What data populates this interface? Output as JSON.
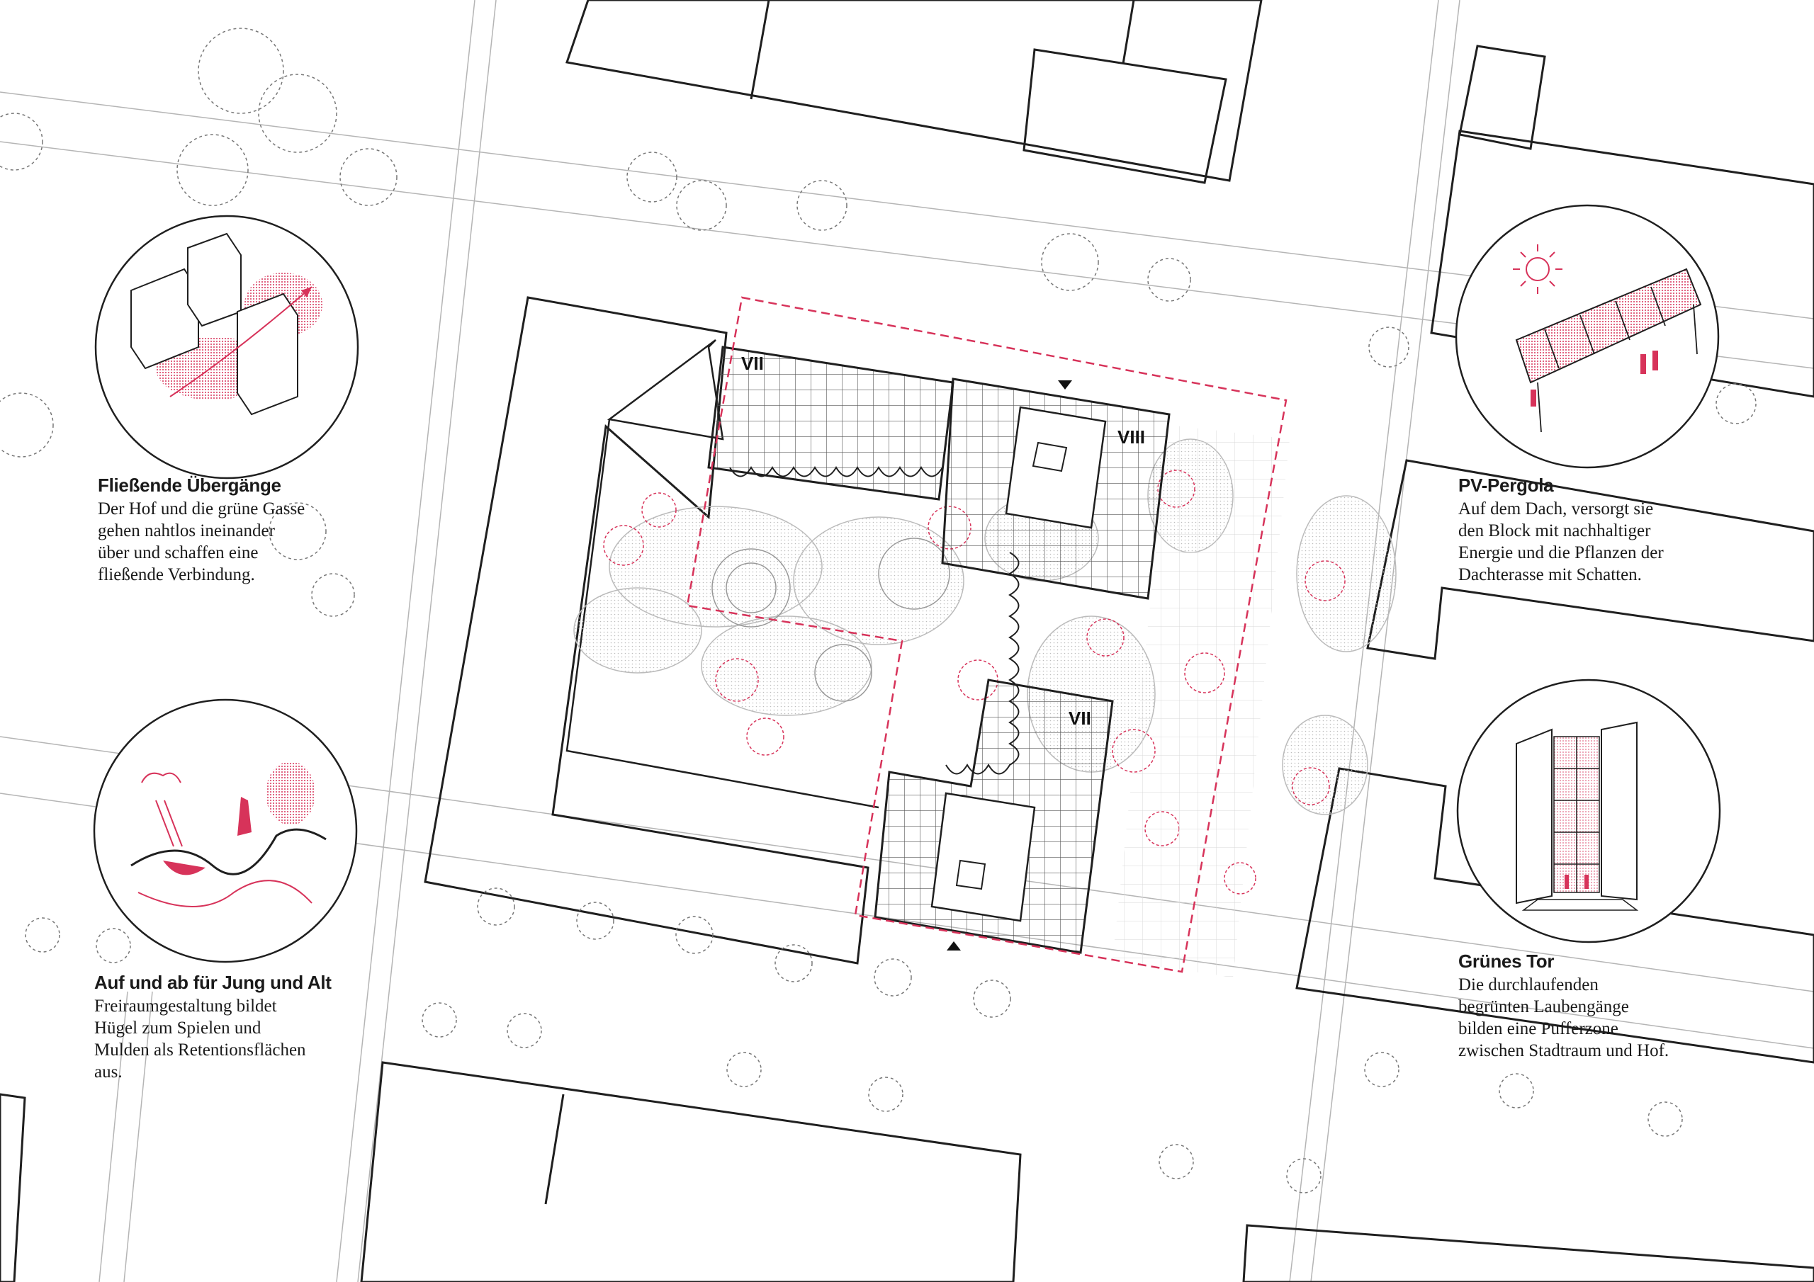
{
  "colors": {
    "line": "#1f1f1f",
    "light_line": "#9a9a9a",
    "accent": "#d7335a",
    "accent_fill": "#f2b6c4"
  },
  "floors": {
    "nw": "VII",
    "ne": "VIII",
    "s": "VII"
  },
  "callouts": [
    {
      "id": "flowing-transitions",
      "title": "Fließende Übergänge",
      "body": "Der Hof und die grüne Gasse\ngehen nahtlos ineinander\nüber und schaffen eine\nfließende Verbindung.",
      "icon": "buildings-courtyard-icon"
    },
    {
      "id": "pv-pergola",
      "title": "PV-Pergola",
      "body": "Auf dem Dach, versorgt sie\nden Block mit nachhaltiger\nEnergie und die Pflanzen der\nDachterasse mit Schatten.",
      "icon": "sun-pergola-icon"
    },
    {
      "id": "up-and-down",
      "title": "Auf und ab für Jung und Alt",
      "body": "Freiraumgestaltung bildet\nHügel zum Spielen und\nMulden als Retentionsflächen\naus.",
      "icon": "hill-rain-icon"
    },
    {
      "id": "green-gate",
      "title": "Grünes Tor",
      "body": "Die durchlaufenden\nbegrünten Laubengänge\nbilden eine Pufferzone\nzwischen Stadtraum und Hof.",
      "icon": "green-gate-icon"
    }
  ]
}
